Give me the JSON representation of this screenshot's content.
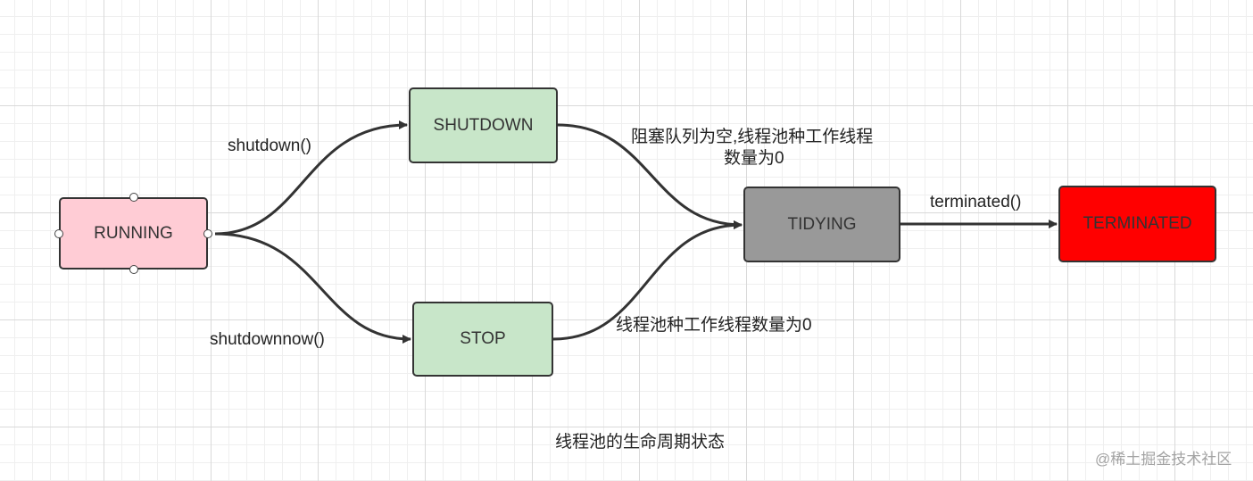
{
  "nodes": {
    "running": {
      "label": "RUNNING",
      "fill": "#ffccd5"
    },
    "shutdown": {
      "label": "SHUTDOWN",
      "fill": "#c8e6c9"
    },
    "stop": {
      "label": "STOP",
      "fill": "#c8e6c9"
    },
    "tidying": {
      "label": "TIDYING",
      "fill": "#999999"
    },
    "terminated": {
      "label": "TERMINATED",
      "fill": "#ff0000"
    }
  },
  "edges": {
    "running_to_shutdown": "shutdown()",
    "running_to_stop": "shutdownnow()",
    "shutdown_to_tidying_line1": "阻塞队列为空,线程池种工作线程",
    "shutdown_to_tidying_line2": "数量为0",
    "stop_to_tidying": "线程池种工作线程数量为0",
    "tidying_to_terminated": "terminated()"
  },
  "caption": "线程池的生命周期状态",
  "watermark": "@稀土掘金技术社区",
  "colors": {
    "stroke": "#333333",
    "running": "#ffccd5",
    "state_green": "#c8e6c9",
    "tidying": "#999999",
    "terminated": "#ff0000"
  }
}
